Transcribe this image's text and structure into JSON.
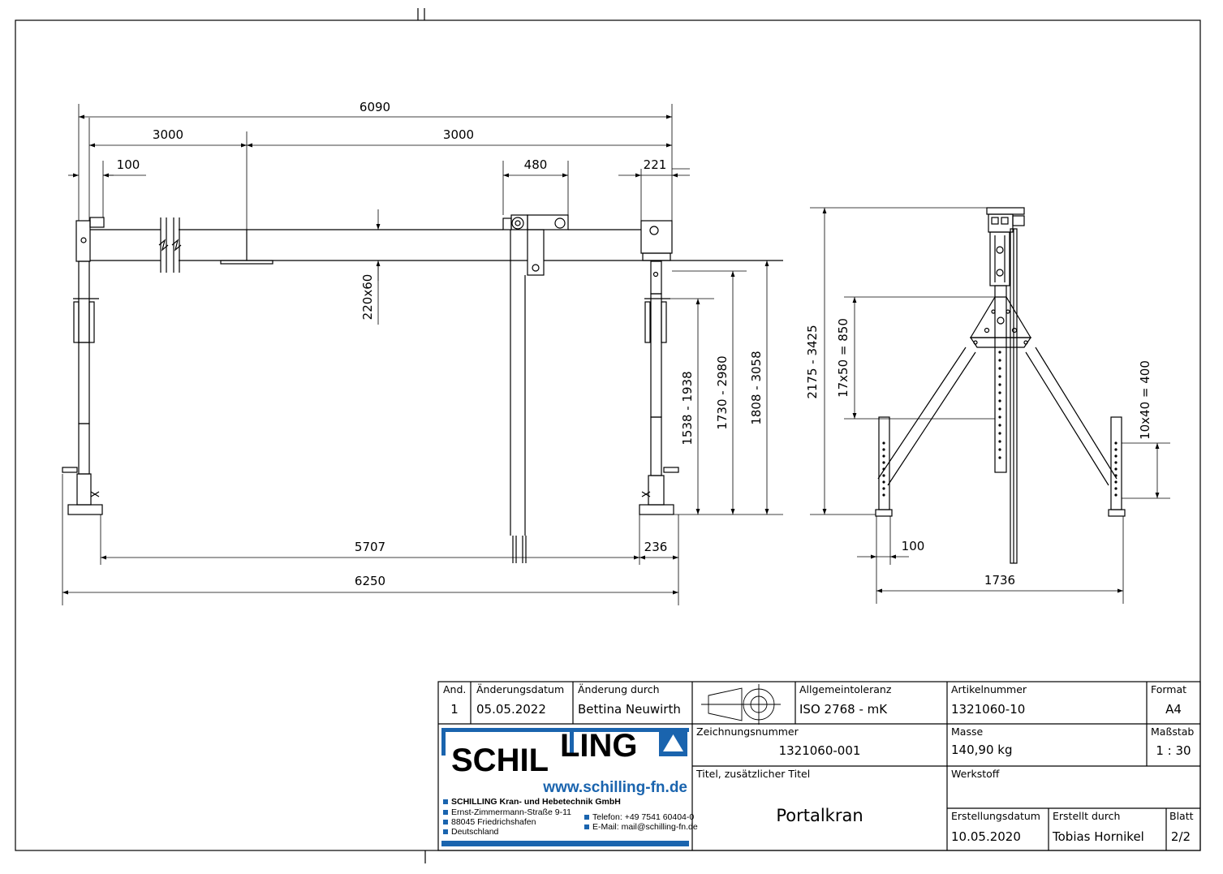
{
  "dimensions": {
    "front": {
      "overall_top": "6090",
      "half_left": "3000",
      "half_right": "3000",
      "offset_left": "100",
      "trolley_width": "480",
      "right_offset": "221",
      "beam_profile": "220x60",
      "height_1": "1538 - 1938",
      "height_2": "1730 - 2980",
      "height_3": "1808 - 3058",
      "inner_base": "5707",
      "foot_width": "236",
      "overall_base": "6250"
    },
    "side": {
      "total_height": "2175 - 3425",
      "pin_pattern_upper": "17x50 = 850",
      "pin_pattern_lower": "10x40 = 400",
      "foot_offset": "100",
      "base_width": "1736"
    }
  },
  "title_block": {
    "rev_header": "And.",
    "rev_value": "1",
    "change_date_header": "Änderungsdatum",
    "change_date_value": "05.05.2022",
    "changed_by_header": "Änderung durch",
    "changed_by_value": "Bettina Neuwirth",
    "tolerance_header": "Allgemeintoleranz",
    "tolerance_value": "ISO 2768 - mK",
    "article_header": "Artikelnummer",
    "article_value": "1321060-10",
    "format_header": "Format",
    "format_value": "A4",
    "drawing_no_header": "Zeichnungsnummer",
    "drawing_no_value": "1321060-001",
    "mass_header": "Masse",
    "mass_value": "140,90 kg",
    "scale_header": "Maßstab",
    "scale_value": "1 : 30",
    "title_header": "Titel, zusätzlicher Titel",
    "title_value": "Portalkran",
    "material_header": "Werkstoff",
    "created_date_header": "Erstellungsdatum",
    "created_date_value": "10.05.2020",
    "created_by_header": "Erstellt durch",
    "created_by_value": "Tobias Hornikel",
    "sheet_header": "Blatt",
    "sheet_value": "2/2"
  },
  "logo": {
    "word_left": "SCHIL",
    "word_right": "LING",
    "website": "www.schilling-fn.de",
    "company": "SCHILLING Kran- und Hebetechnik GmbH",
    "street": "Ernst-Zimmermann-Straße 9-11",
    "city": "88045 Friedrichshafen",
    "country": "Deutschland",
    "phone": "Telefon: +49 7541 60404-0",
    "email": "E-Mail: mail@schilling-fn.de",
    "brand_color": "#1a64ae"
  }
}
